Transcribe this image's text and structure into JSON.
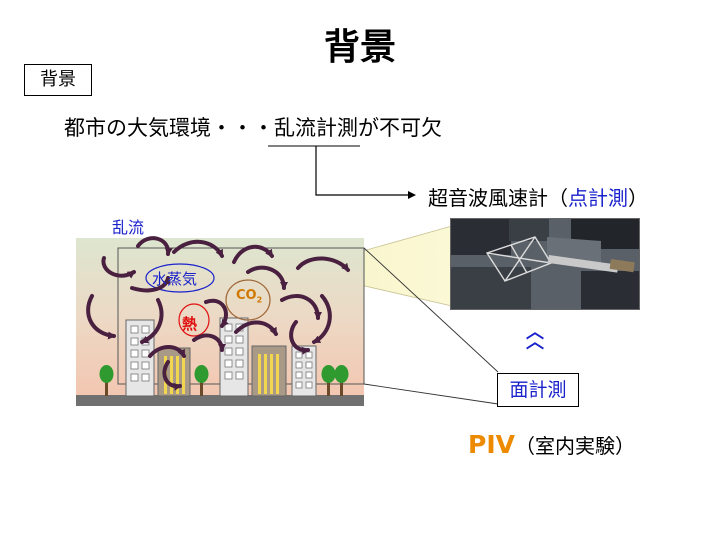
{
  "slide": {
    "title": "背景",
    "section_tag": "背景",
    "lead_text": "都市の大気環境・・・乱流計測が不可欠",
    "sonic_label": "超音波風速計（",
    "sonic_accent": "点計測",
    "sonic_close": "）",
    "turbulence_label": "乱流",
    "vapor_label": "水蒸気",
    "heat_label": "熱",
    "co2_label": "CO",
    "co2_sub": "2",
    "area_label": "面計測",
    "piv_label": "PIV",
    "piv_note": "（室内実験）"
  },
  "colors": {
    "accent_blue": "#1a22cc",
    "heat_red": "#e01010",
    "co2_orange": "#d07800",
    "piv_orange": "#ee8a00"
  },
  "icons": {
    "chevron": "double-chevron-up-icon"
  }
}
